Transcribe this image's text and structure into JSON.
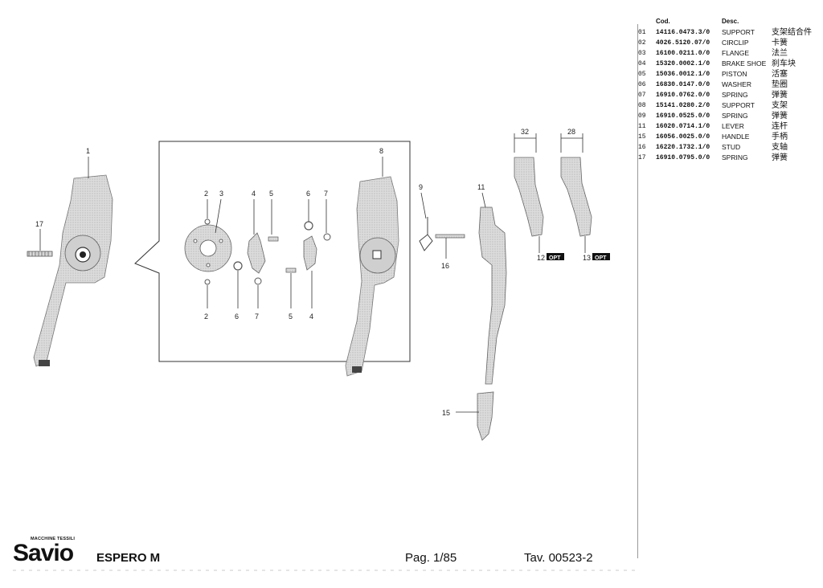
{
  "table": {
    "col_code": "Cod.",
    "col_desc": "Desc.",
    "rows": [
      {
        "pos": "01",
        "code": "14116.0473.3/0",
        "desc": "SUPPORT",
        "cn": "支架结合件"
      },
      {
        "pos": "02",
        "code": "4026.5120.07/0",
        "desc": "CIRCLIP",
        "cn": "卡簧"
      },
      {
        "pos": "03",
        "code": "16100.0211.0/0",
        "desc": "FLANGE",
        "cn": "法兰"
      },
      {
        "pos": "04",
        "code": "15320.0002.1/0",
        "desc": "BRAKE SHOE",
        "cn": "刹车块"
      },
      {
        "pos": "05",
        "code": "15036.0012.1/0",
        "desc": "PISTON",
        "cn": "活塞"
      },
      {
        "pos": "06",
        "code": "16830.0147.0/0",
        "desc": "WASHER",
        "cn": "垫圈"
      },
      {
        "pos": "07",
        "code": "16910.0762.0/0",
        "desc": "SPRING",
        "cn": "弹簧"
      },
      {
        "pos": "08",
        "code": "15141.0280.2/0",
        "desc": "SUPPORT",
        "cn": "支架"
      },
      {
        "pos": "09",
        "code": "16910.0525.0/0",
        "desc": "SPRING",
        "cn": "弹簧"
      },
      {
        "pos": "11",
        "code": "16020.0714.1/0",
        "desc": "LEVER",
        "cn": "连杆"
      },
      {
        "pos": "15",
        "code": "16056.0025.0/0",
        "desc": "HANDLE",
        "cn": "手柄"
      },
      {
        "pos": "16",
        "code": "16220.1732.1/0",
        "desc": "STUD",
        "cn": "支轴"
      },
      {
        "pos": "17",
        "code": "16910.0795.0/0",
        "desc": "SPRING",
        "cn": "弹簧"
      }
    ]
  },
  "callouts": {
    "p1": "1",
    "p2a": "2",
    "p3": "3",
    "p4a": "4",
    "p5a": "5",
    "p6a": "6",
    "p7a": "7",
    "p2b": "2",
    "p6b": "6",
    "p7b": "7",
    "p5b": "5",
    "p4b": "4",
    "p8": "8",
    "p9": "9",
    "p11": "11",
    "p16": "16",
    "p17": "17",
    "p15": "15",
    "p12": "12",
    "p13": "13",
    "opt": "OPT",
    "dim32": "32",
    "dim28": "28"
  },
  "footer": {
    "brand": "Savio",
    "brand_tag": "MACCHINE TESSILI",
    "model": "ESPERO M",
    "page": "Pag. 1/85",
    "table_ref": "Tav. 00523-2"
  }
}
